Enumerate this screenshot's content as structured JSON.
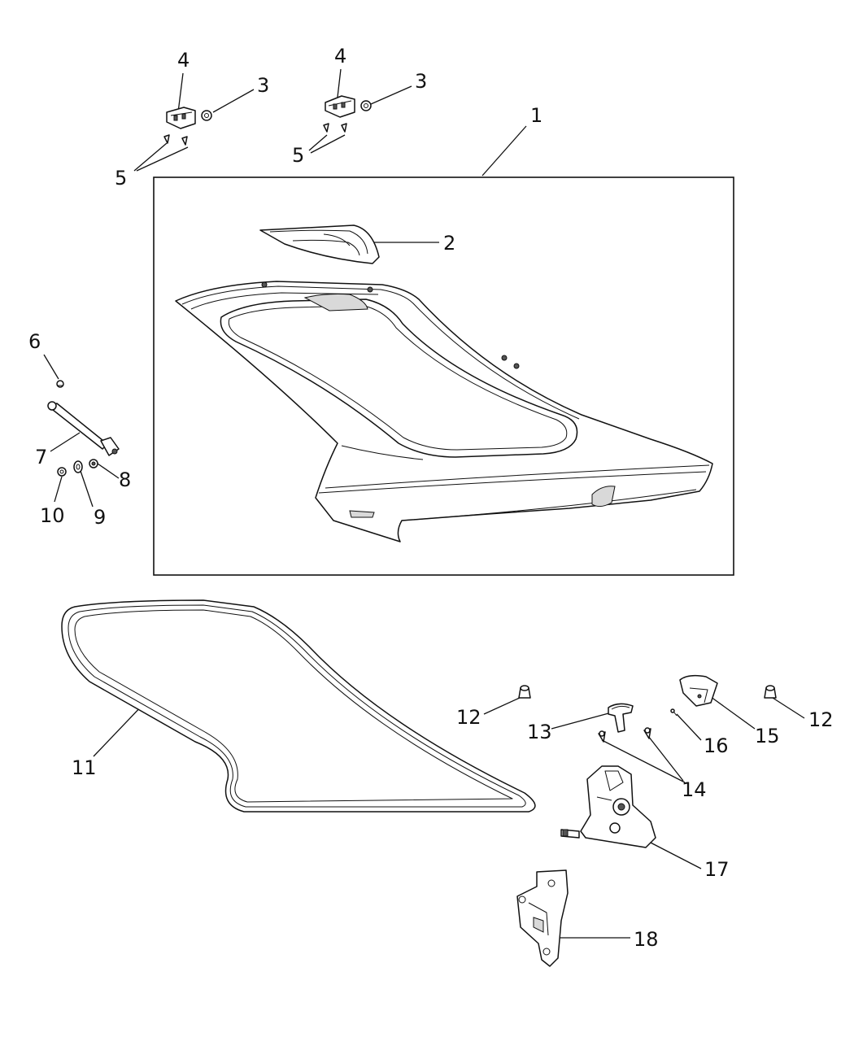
{
  "callouts": {
    "c1": "1",
    "c2": "2",
    "c3a": "3",
    "c3b": "3",
    "c4a": "4",
    "c4b": "4",
    "c5a": "5",
    "c5b": "5",
    "c6": "6",
    "c7": "7",
    "c8": "8",
    "c9": "9",
    "c10": "10",
    "c11": "11",
    "c12a": "12",
    "c12b": "12",
    "c13": "13",
    "c14": "14",
    "c15": "15",
    "c16": "16",
    "c17": "17",
    "c18": "18"
  }
}
